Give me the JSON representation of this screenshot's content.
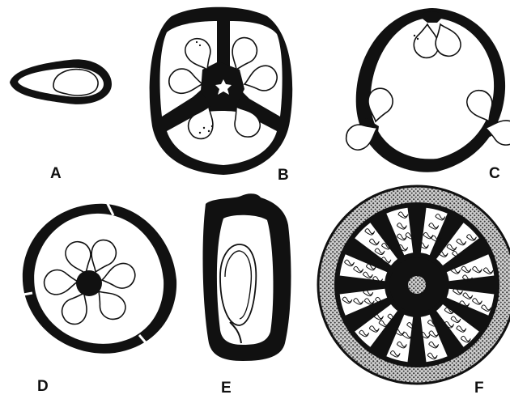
{
  "figure": {
    "panels": [
      {
        "id": "A",
        "label": "A"
      },
      {
        "id": "B",
        "label": "B"
      },
      {
        "id": "C",
        "label": "C"
      },
      {
        "id": "D",
        "label": "D"
      },
      {
        "id": "E",
        "label": "E"
      },
      {
        "id": "F",
        "label": "F"
      }
    ],
    "colors": {
      "ink": "#111111",
      "paper": "#ffffff",
      "stipple": "#6b6b6b"
    }
  }
}
